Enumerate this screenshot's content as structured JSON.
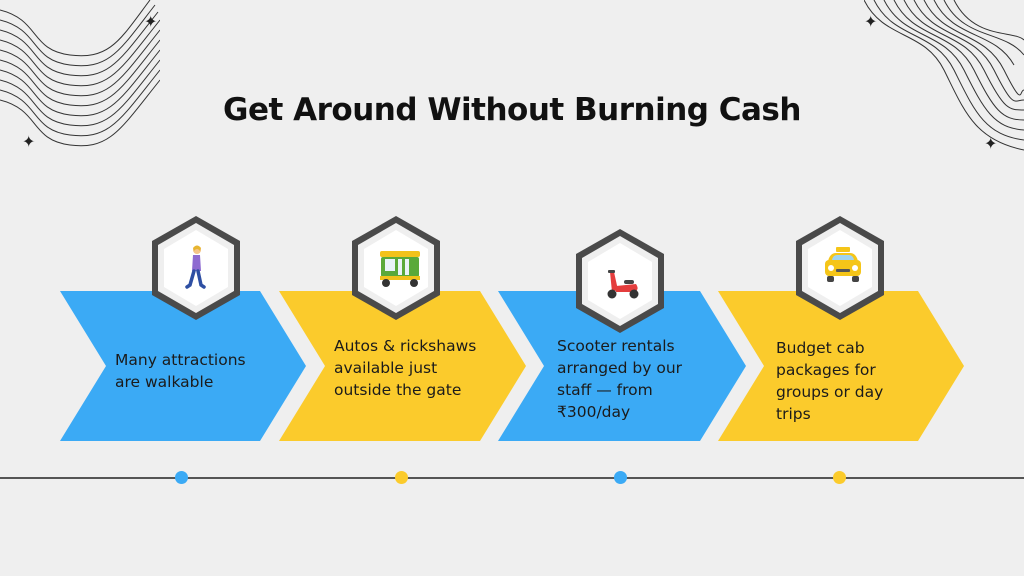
{
  "title": "Get Around Without Burning Cash",
  "steps": [
    {
      "text": "Many attractions are walkable",
      "color": "#3baaf5",
      "icon": "walking-person-icon"
    },
    {
      "text": "Autos & rickshaws available just outside the gate",
      "color": "#fbcb2c",
      "icon": "auto-rickshaw-icon"
    },
    {
      "text": "Scooter rentals arranged by our staff — from ₹300/day",
      "color": "#3baaf5",
      "icon": "scooter-icon"
    },
    {
      "text": "Budget cab packages for groups or day trips",
      "color": "#fbcb2c",
      "icon": "taxi-icon"
    }
  ],
  "colors": {
    "blue": "#3baaf5",
    "yellow": "#fbcb2c",
    "background": "#efefef",
    "hex_border": "#4a4a4a"
  }
}
